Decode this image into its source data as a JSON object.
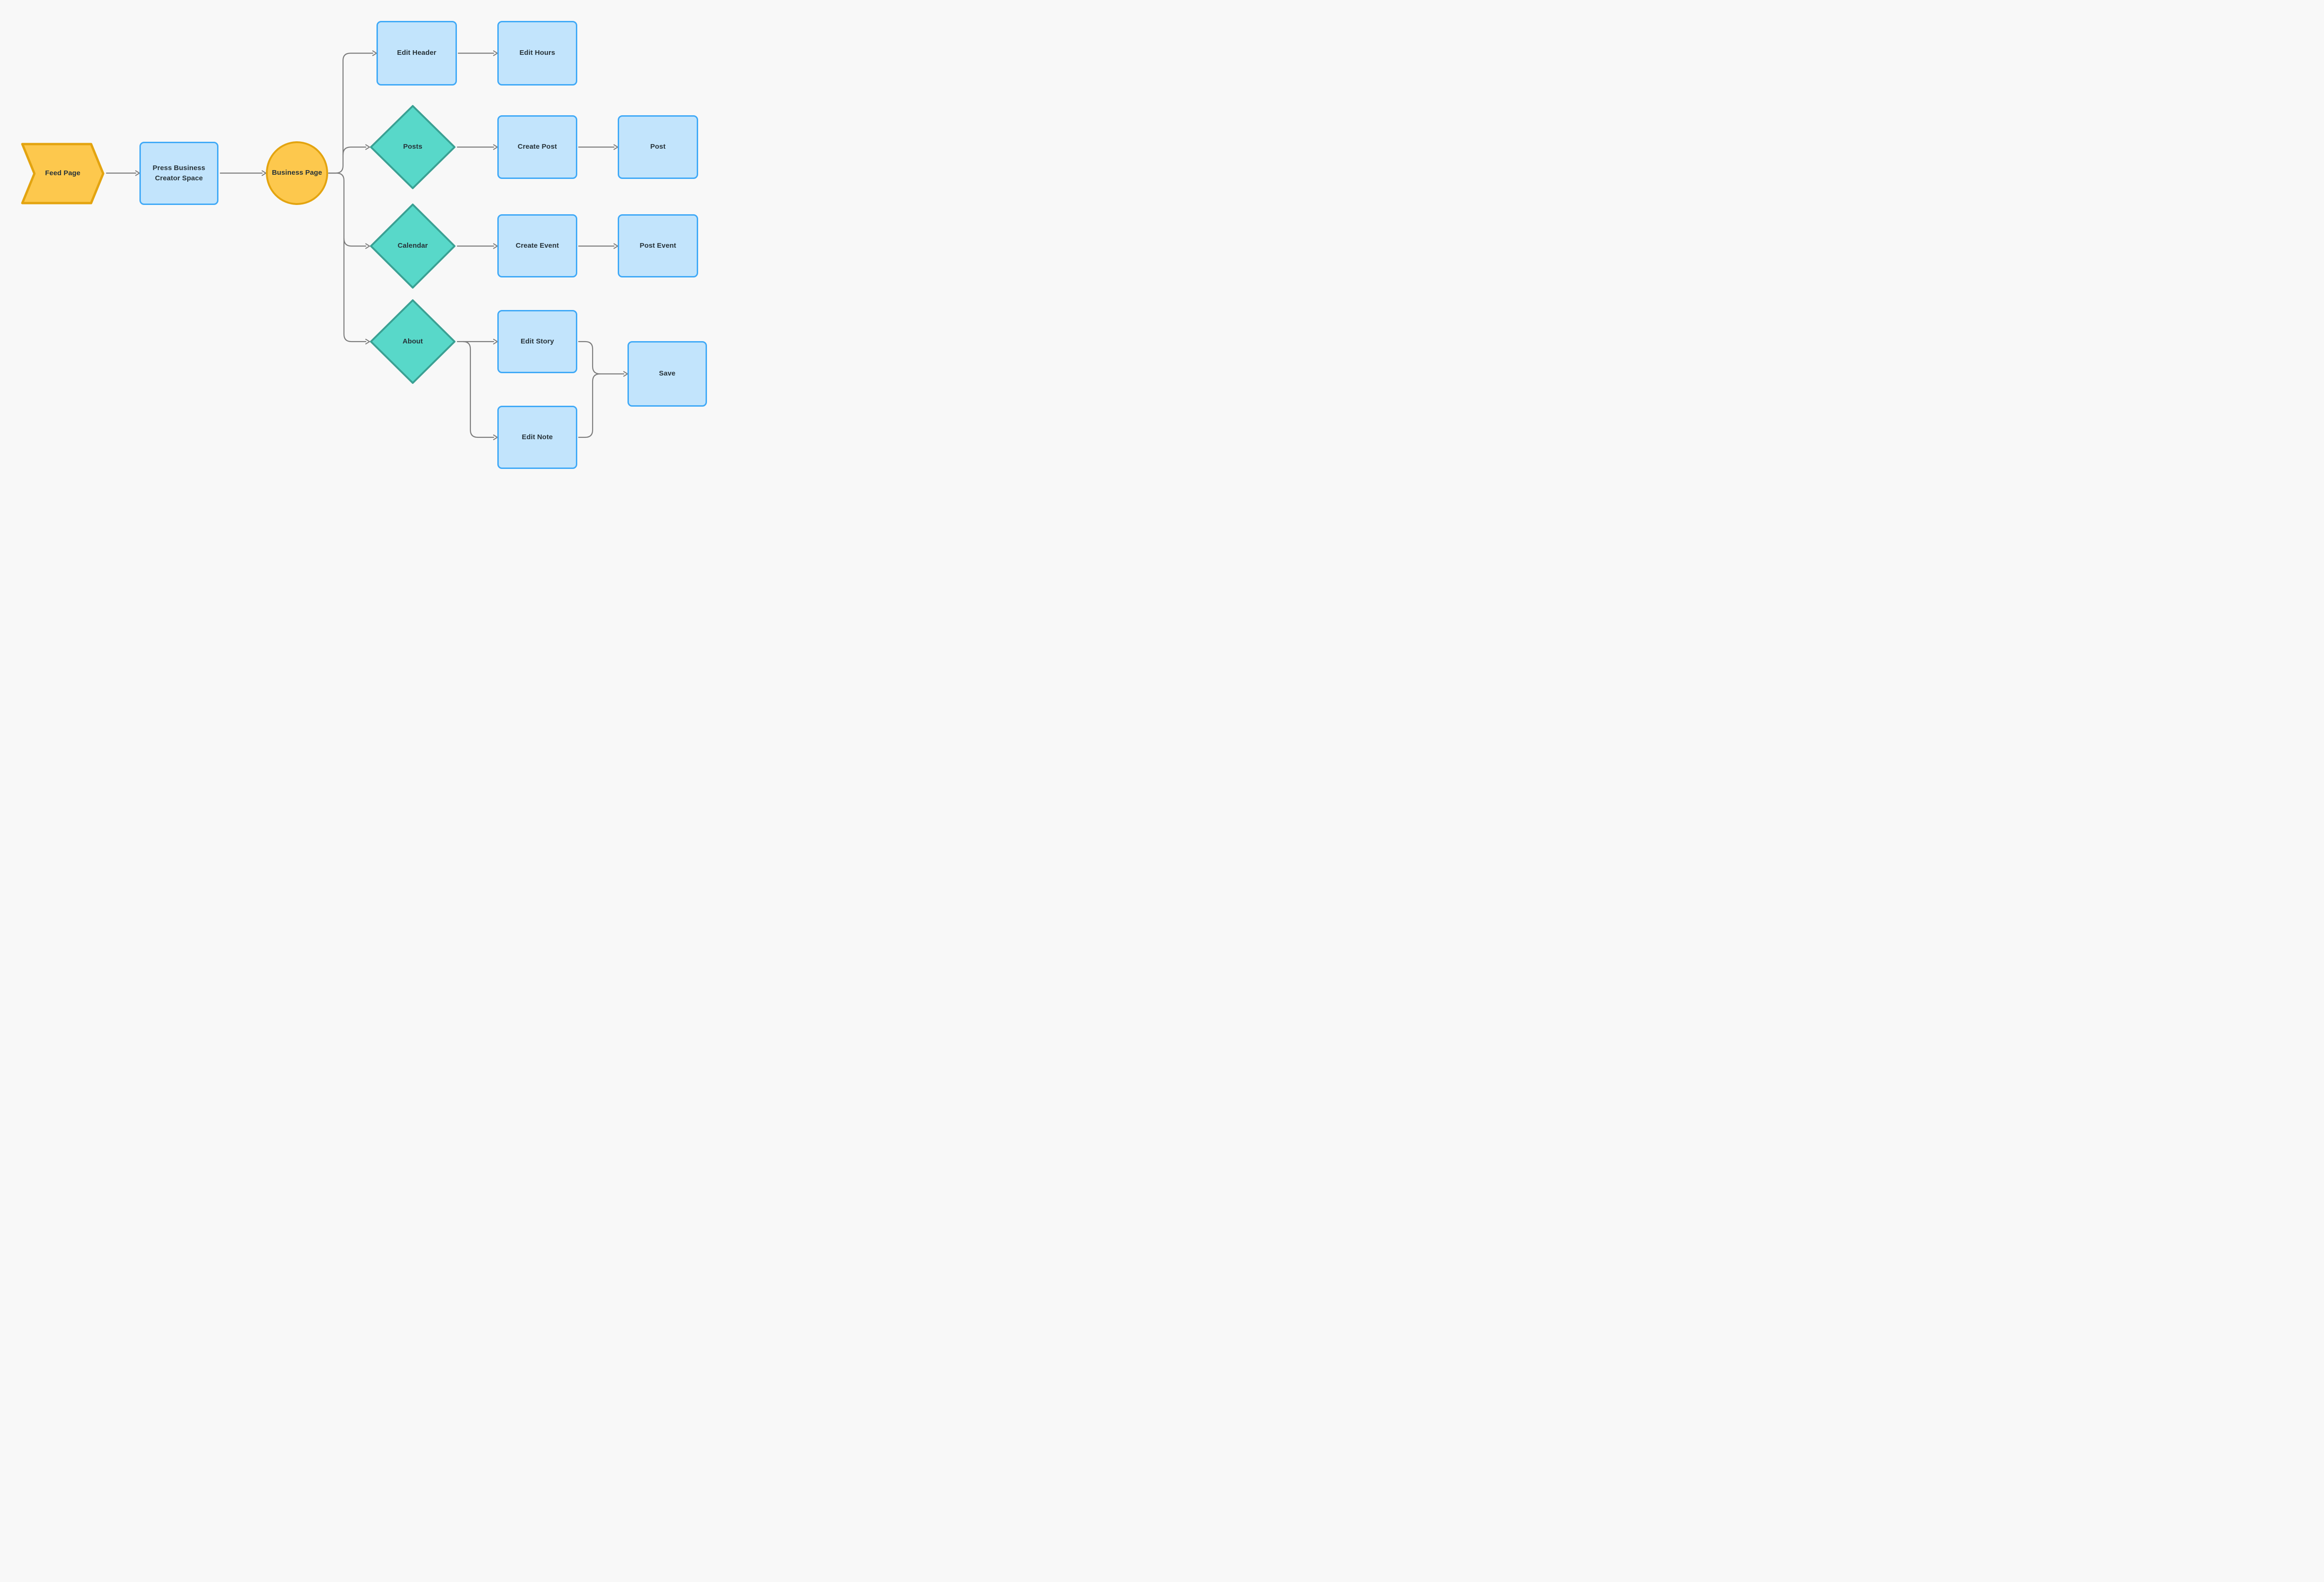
{
  "canvas": {
    "background": "#f8f8f8"
  },
  "palette": {
    "yellow_fill": "#fdc84d",
    "yellow_border": "#e3a410",
    "blue_fill": "#c2e4fc",
    "blue_border": "#3fa9f7",
    "teal_fill": "#58d8c9",
    "teal_border": "#3aa093",
    "text_color": "#263238",
    "connector_color": "#7c7c7c"
  },
  "nodes": [
    {
      "id": "feed-page",
      "label": "Feed Page",
      "shape": "chevron"
    },
    {
      "id": "press-business-creator-space",
      "label": "Press Business Creator Space",
      "shape": "rectangle"
    },
    {
      "id": "business-page",
      "label": "Business Page",
      "shape": "circle"
    },
    {
      "id": "edit-header",
      "label": "Edit Header",
      "shape": "rectangle"
    },
    {
      "id": "edit-hours",
      "label": "Edit Hours",
      "shape": "rectangle"
    },
    {
      "id": "posts",
      "label": "Posts",
      "shape": "diamond"
    },
    {
      "id": "create-post",
      "label": "Create Post",
      "shape": "rectangle"
    },
    {
      "id": "post",
      "label": "Post",
      "shape": "rectangle"
    },
    {
      "id": "calendar",
      "label": "Calendar",
      "shape": "diamond"
    },
    {
      "id": "create-event",
      "label": "Create Event",
      "shape": "rectangle"
    },
    {
      "id": "post-event",
      "label": "Post Event",
      "shape": "rectangle"
    },
    {
      "id": "about",
      "label": "About",
      "shape": "diamond"
    },
    {
      "id": "edit-story",
      "label": "Edit Story",
      "shape": "rectangle"
    },
    {
      "id": "edit-note",
      "label": "Edit Note",
      "shape": "rectangle"
    },
    {
      "id": "save",
      "label": "Save",
      "shape": "rectangle"
    }
  ],
  "edges": [
    {
      "from": "feed-page",
      "to": "press-business-creator-space"
    },
    {
      "from": "press-business-creator-space",
      "to": "business-page"
    },
    {
      "from": "business-page",
      "to": "edit-header"
    },
    {
      "from": "business-page",
      "to": "posts"
    },
    {
      "from": "business-page",
      "to": "calendar"
    },
    {
      "from": "business-page",
      "to": "about"
    },
    {
      "from": "edit-header",
      "to": "edit-hours"
    },
    {
      "from": "posts",
      "to": "create-post"
    },
    {
      "from": "create-post",
      "to": "post"
    },
    {
      "from": "calendar",
      "to": "create-event"
    },
    {
      "from": "create-event",
      "to": "post-event"
    },
    {
      "from": "about",
      "to": "edit-story"
    },
    {
      "from": "about",
      "to": "edit-note"
    },
    {
      "from": "edit-story",
      "to": "save"
    },
    {
      "from": "edit-note",
      "to": "save"
    }
  ]
}
